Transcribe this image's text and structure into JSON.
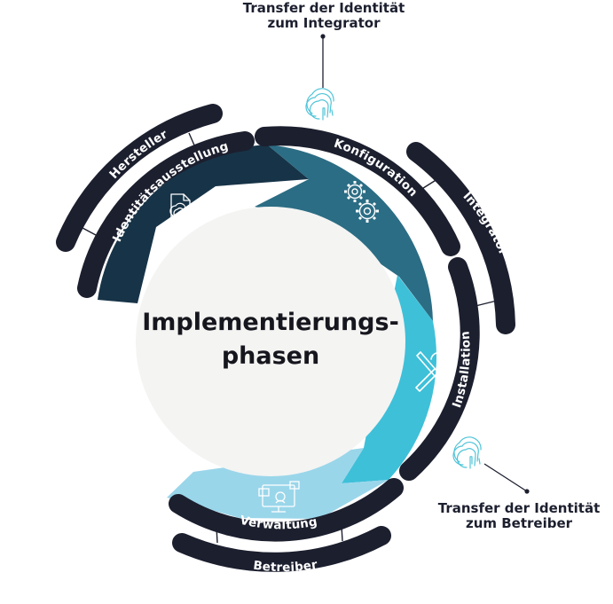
{
  "center": {
    "line1": "Implementierungs-",
    "line2": "phasen"
  },
  "callouts": {
    "integrator_line1": "Transfer der Identität",
    "integrator_line2": "zum Integrator",
    "betreiber_line1": "Transfer der Identität",
    "betreiber_line2": "zum Betreiber"
  },
  "phases": {
    "identitaetsausstellung": "Identitätsausstellung",
    "konfiguration": "Konfiguration",
    "installation": "Installation",
    "verwaltung": "Verwaltung"
  },
  "roles": {
    "hersteller": "Hersteller",
    "integrator": "Integrator",
    "betreiber": "Betreiber"
  },
  "icons": {
    "identity": "document-fingerprint-icon",
    "config": "gears-icon",
    "install": "tools-icon",
    "manage": "monitor-icon",
    "transfer": "fingerprint-icon"
  },
  "colors": {
    "identity": "#173347",
    "config": "#2b6d84",
    "install": "#3ec0d9",
    "manage": "#9ad6ea",
    "band": "#1c1f2e",
    "circle": "#f4f4f3",
    "fingerprint": "#4fc4d8"
  }
}
